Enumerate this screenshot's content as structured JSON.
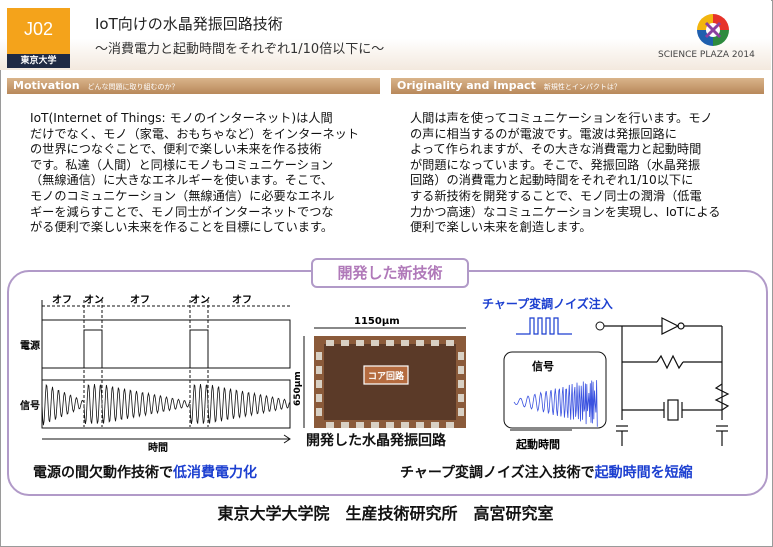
{
  "header": {
    "id": "J02",
    "university": "東京大学",
    "title": "IoT向けの水晶発振回路技術",
    "subtitle": "〜消費電力と起動時間をそれぞれ1/10倍以下に〜",
    "logo_text": "SCIENCE PLAZA 2014"
  },
  "motivation": {
    "heading": "Motivation",
    "sub": "どんな問題に取り組むのか？",
    "lines": [
      "IoT(Internet of Things: モノのインターネット)は人間",
      "だけでなく、モノ（家電、おもちゃなど）をインターネット",
      "の世界につなぐことで、便利で楽しい未来を作る技術",
      "です。私達（人間）と同様にモノもコミュニケーション",
      "（無線通信）に大きなエネルギーを使います。そこで、",
      "モノのコミュニケーション（無線通信）に必要なエネル",
      "ギーを減らすことで、モノ同士がインターネットでつな",
      "がる便利で楽しい未来を作ることを目標にしています。"
    ]
  },
  "originality": {
    "heading": "Originality and Impact",
    "sub": "新規性とインパクトは？",
    "lines": [
      "人間は声を使ってコミュニケーションを行います。モノ",
      "の声に相当するのが電波です。電波は発振回路に",
      "よって作られますが、その大きな消費電力と起動時間",
      "が問題になっています。そこで、発振回路（水晶発振",
      "回路）の消費電力と起動時間をそれぞれ1/10以下に",
      "する新技術を開発することで、モノ同士の潤滑（低電",
      "力かつ高速）なコミュニケーションを実現し、IoTによる",
      "便利で楽しい未来を創造します。"
    ]
  },
  "panel": {
    "title": "開発した新技術",
    "timing": {
      "off1": "オフ",
      "on1": "オン",
      "off2": "オフ",
      "on2": "オン",
      "off3": "オフ",
      "power": "電源",
      "signal": "信号",
      "time": "時間"
    },
    "chip": {
      "width": "1150μm",
      "height": "650μm",
      "core": "コア回路",
      "caption": "開発した水晶発振回路"
    },
    "chirp": {
      "title": "チャープ変調ノイズ注入",
      "signal": "信号",
      "startup": "起動時間"
    },
    "cap_left_a": "電源の間欠動作技術で",
    "cap_left_b": "低消費電力化",
    "cap_right_a": "チャープ変調ノイズ注入技術で",
    "cap_right_b": "起動時間を短縮"
  },
  "footer": "東京大学大学院　生産技術研究所　高宮研究室",
  "colors": {
    "badge": "#f4a31b",
    "bar": "#c79c6e",
    "panel_border": "#b19ac8",
    "highlight": "#1c3fd0"
  }
}
